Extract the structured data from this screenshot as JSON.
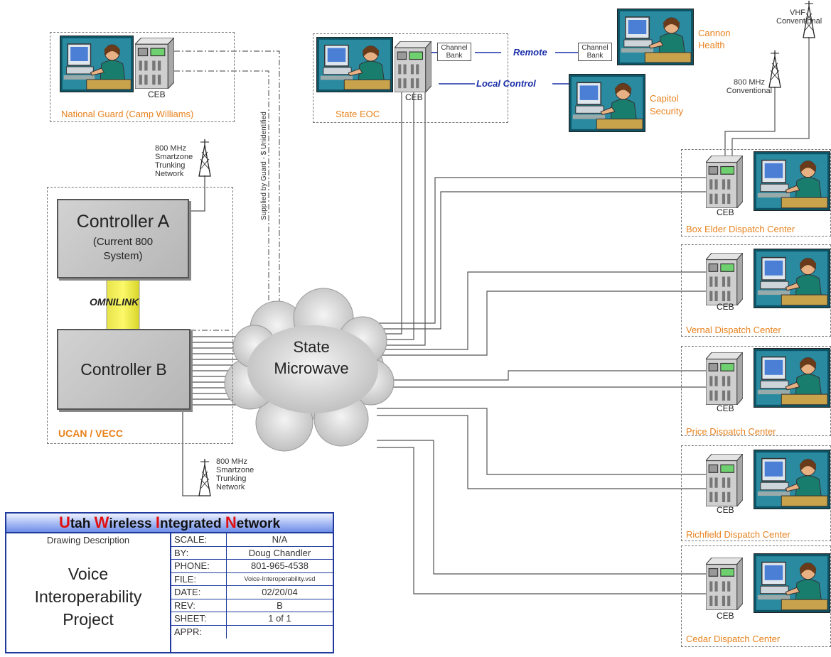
{
  "title_block": {
    "network_name_parts": [
      {
        "initial": "U",
        "rest": "tah "
      },
      {
        "initial": "W",
        "rest": "ireless "
      },
      {
        "initial": "I",
        "rest": "ntegrated "
      },
      {
        "initial": "N",
        "rest": "etwork"
      }
    ],
    "drawing_description_label": "Drawing Description",
    "project_lines": [
      "Voice",
      "Interoperability",
      "Project"
    ],
    "fields": [
      {
        "key": "SCALE:",
        "value": "N/A"
      },
      {
        "key": "BY:",
        "value": "Doug Chandler"
      },
      {
        "key": "PHONE:",
        "value": "801-965-4538"
      },
      {
        "key": "FILE:",
        "value": "Voice-Interoperability.vsd"
      },
      {
        "key": "DATE:",
        "value": "02/20/04"
      },
      {
        "key": "REV:",
        "value": "B"
      },
      {
        "key": "SHEET:",
        "value": "1 of 1"
      },
      {
        "key": "APPR:",
        "value": ""
      }
    ]
  },
  "labels": {
    "national_guard": "National Guard (Camp Williams)",
    "state_eoc": "State EOC",
    "ucan_vecc": "UCAN / VECC",
    "ceb": "CEB",
    "channel_bank": "Channel Bank",
    "remote": "Remote",
    "local_control": "Local Control",
    "cannon_health": "Cannon Health",
    "capitol_security": "Capitol Security",
    "vhf": "VHF Conventional",
    "conv_800": "800 MHz Conventional",
    "smartzone_top": "800 MHz Smartzone Trunking Network",
    "smartzone_bottom": "800 MHz Smartzone Trunking Network",
    "supplied_by_guard": "Supplied by Guard - $ Unidentified",
    "controller_a_title": "Controller A",
    "controller_a_sub": "(Current 800 System)",
    "omnilink": "OMNILINK",
    "controller_b": "Controller B",
    "cloud": "State Microwave"
  },
  "dispatch_centers": [
    "Box Elder Dispatch Center",
    "Vernal Dispatch Center",
    "Price Dispatch Center",
    "Richfield Dispatch Center",
    "Cedar Dispatch Center"
  ],
  "colors": {
    "orange_label": "#e8821e",
    "blue_link": "#1a2ea8",
    "title_border": "#1f3a9c",
    "omnilink_yellow": "#f3ef2a"
  }
}
